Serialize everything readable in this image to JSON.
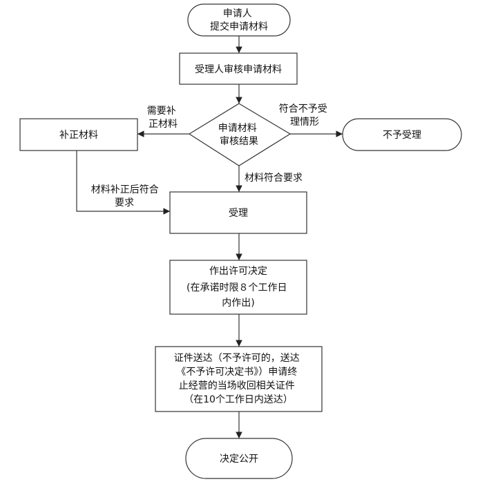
{
  "nodes": {
    "start": [
      "申请人",
      "提交申请材料"
    ],
    "review": [
      "受理人审核申请材料"
    ],
    "decision": [
      "申请材料",
      "审核结果"
    ],
    "supplement": [
      "补正材料"
    ],
    "reject": [
      "不予受理"
    ],
    "accept": [
      "受理"
    ],
    "permit": [
      "作出许可决定",
      "(在承诺时限８个工作日",
      "内作出)"
    ],
    "delivery": [
      "证件送达（不予许可的，送达",
      "《不予许可决定书》）申请终",
      "止经营的当场收回相关证件",
      "（在10个工作日内送达）"
    ],
    "publish": [
      "决定公开"
    ]
  },
  "edges": {
    "needs_supplement": [
      "需要补",
      "正材料"
    ],
    "not_qualified": [
      "符合不予受",
      "理情形"
    ],
    "qualified": [
      "材料符合要求"
    ],
    "after_supplement": [
      "材料补正后符合",
      "要求"
    ]
  }
}
